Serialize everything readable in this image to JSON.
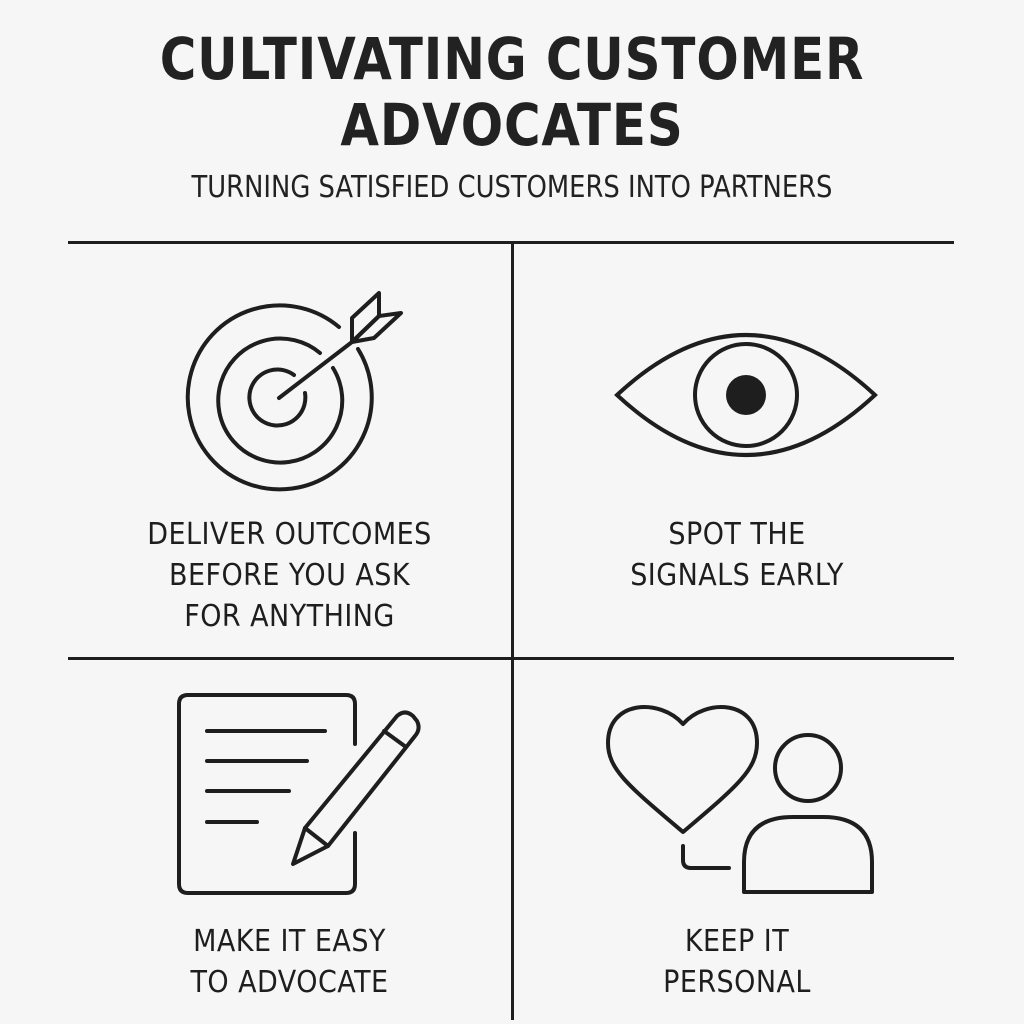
{
  "header": {
    "title_line1": "CULTIVATING CUSTOMER",
    "title_line2": "ADVOCATES",
    "subtitle": "TURNING SATISFIED CUSTOMERS INTO PARTNERS"
  },
  "quadrants": [
    {
      "icon": "target-with-arrow-icon",
      "lines": [
        "DELIVER OUTCOMES",
        "BEFORE YOU ASK",
        "FOR ANYTHING"
      ]
    },
    {
      "icon": "eye-icon",
      "lines": [
        "SPOT THE",
        "SIGNALS EARLY"
      ]
    },
    {
      "icon": "document-with-pencil-icon",
      "lines": [
        "MAKE IT EASY",
        "TO ADVOCATE"
      ]
    },
    {
      "icon": "heart-and-person-icon",
      "lines": [
        "KEEP IT",
        "PERSONAL"
      ]
    }
  ],
  "colors": {
    "background": "#f6f6f6",
    "ink": "#1e1e1e"
  }
}
